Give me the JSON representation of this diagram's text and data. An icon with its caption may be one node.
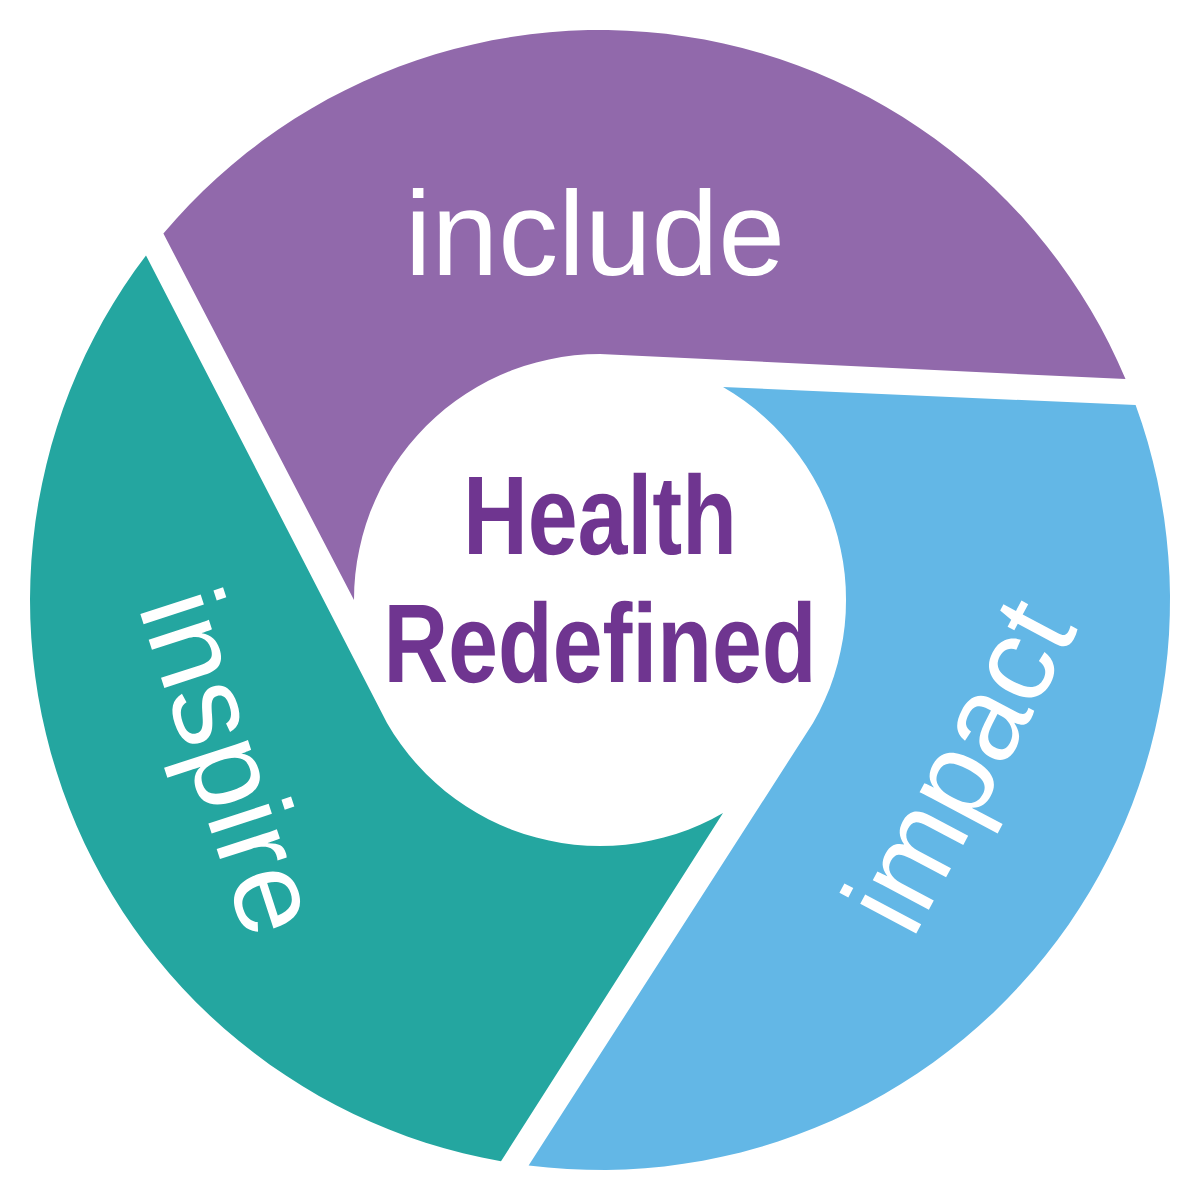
{
  "diagram": {
    "nodes": [
      {
        "text": [
          "Health Redefined"
        ]
      },
      {
        "text": [
          "include"
        ]
      },
      {
        "text": [
          "impact"
        ]
      },
      {
        "text": [
          "inspire"
        ]
      }
    ]
  }
}
